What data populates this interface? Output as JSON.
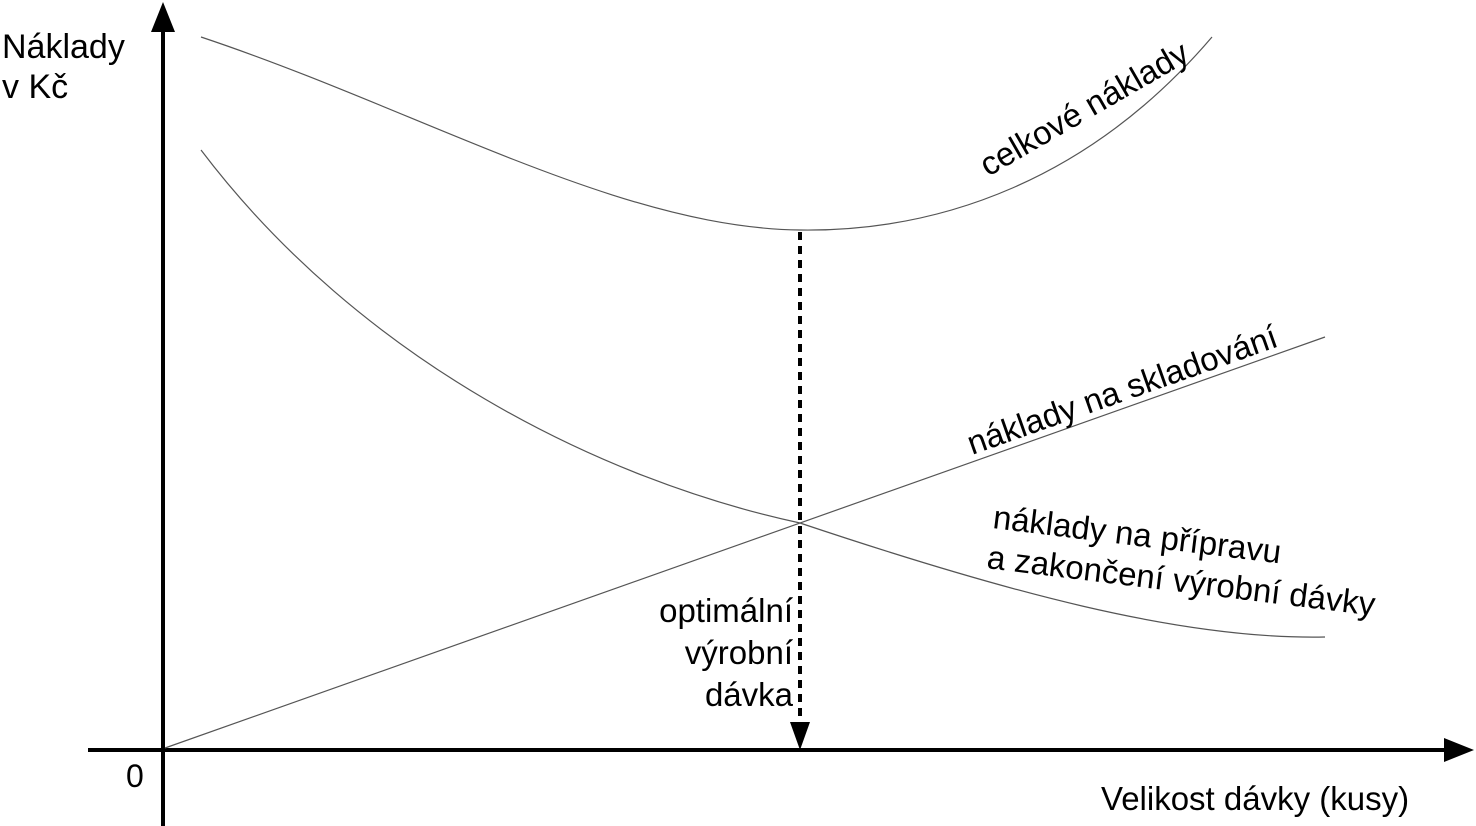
{
  "axes": {
    "y_title_line1": "Náklady",
    "y_title_line2": "v Kč",
    "x_title": "Velikost dávky (kusy)",
    "origin_label": "0"
  },
  "curves": {
    "total_label": "celkové náklady",
    "storage_label": "náklady na skladování",
    "setup_label_line1": "náklady na přípravu",
    "setup_label_line2": "a zakončení  výrobní dávky"
  },
  "optimum": {
    "line1": "optimální",
    "line2": "výrobní",
    "line3": "dávka"
  },
  "colors": {
    "axis": "#000000",
    "curve": "#555555",
    "text": "#000000"
  }
}
